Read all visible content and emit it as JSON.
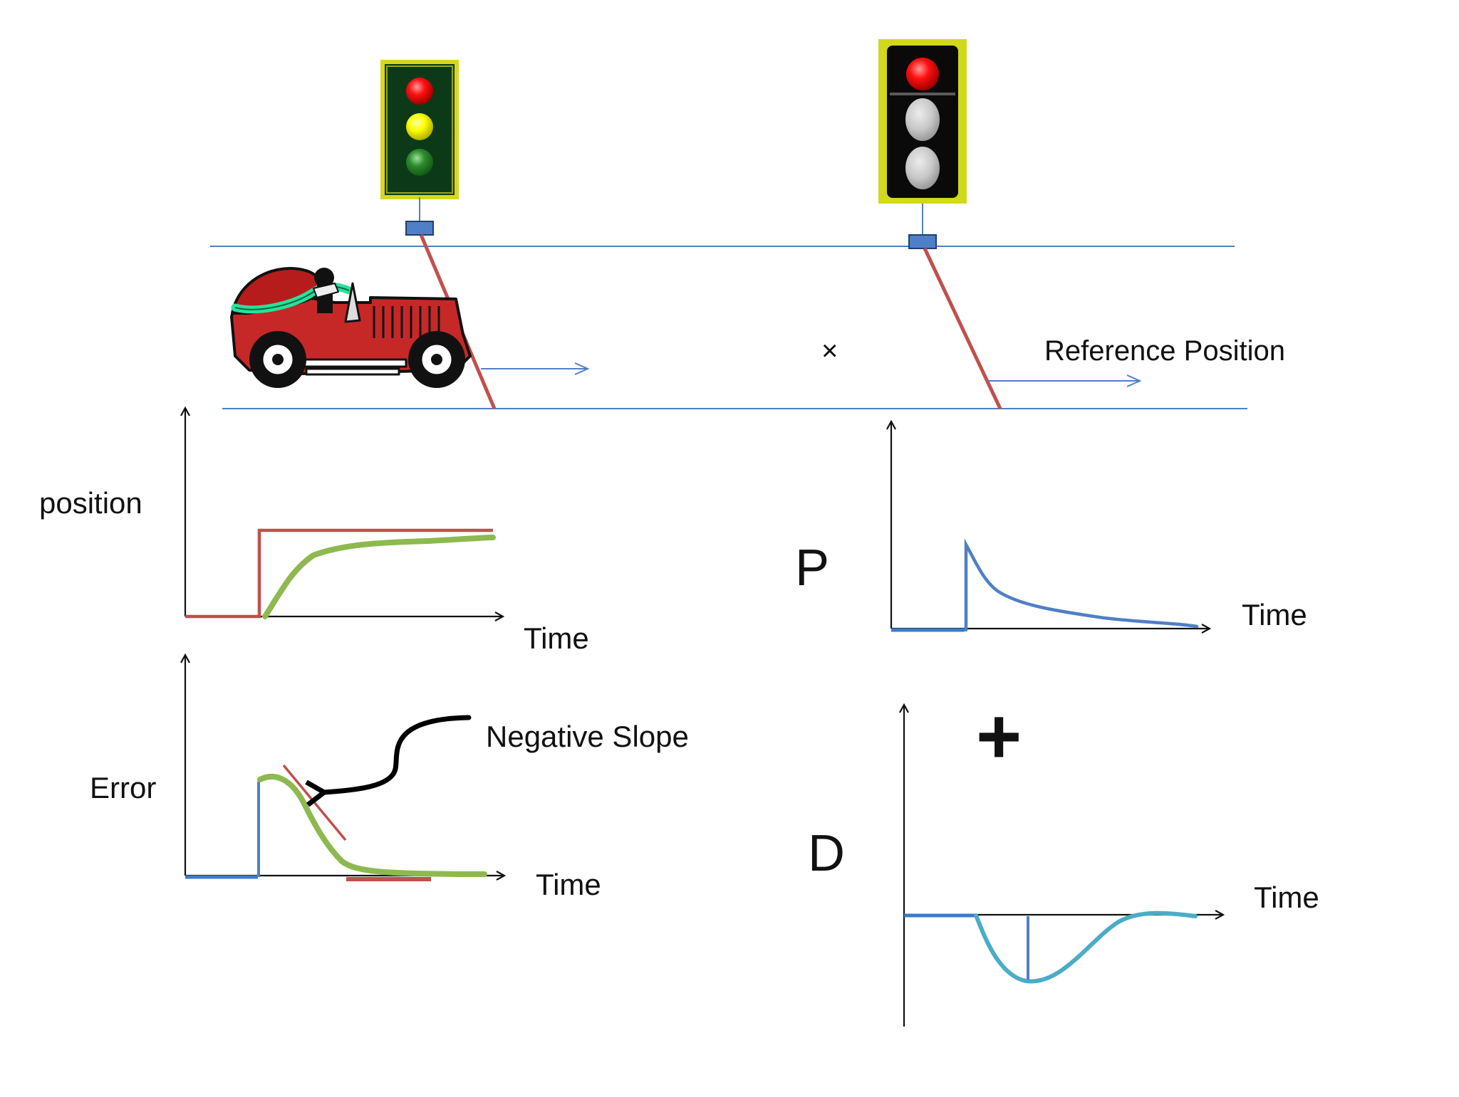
{
  "labels": {
    "reference_position": "Reference Position",
    "position": "position",
    "time_position": "Time",
    "error": "Error",
    "time_error": "Time",
    "negative_slope": "Negative Slope",
    "p_label": "P",
    "time_p": "Time",
    "plus": "+",
    "d_label": "D",
    "time_d": "Time",
    "cross": "×"
  },
  "traffic_lights": [
    {
      "lamps": [
        "red",
        "yellow",
        "green"
      ]
    },
    {
      "lamps": [
        "red",
        "off",
        "off"
      ]
    }
  ],
  "colors": {
    "road": "#4f7fc6",
    "reference": "#c0504d",
    "response": "#8db94f",
    "p_curve": "#4f7fc6",
    "d_curve": "#4bacc6",
    "axis": "#111111",
    "car_body": "#c62828",
    "car_accent": "#27e39a",
    "signal_housing": "#0c3a18",
    "signal_border": "#d7d81e"
  }
}
